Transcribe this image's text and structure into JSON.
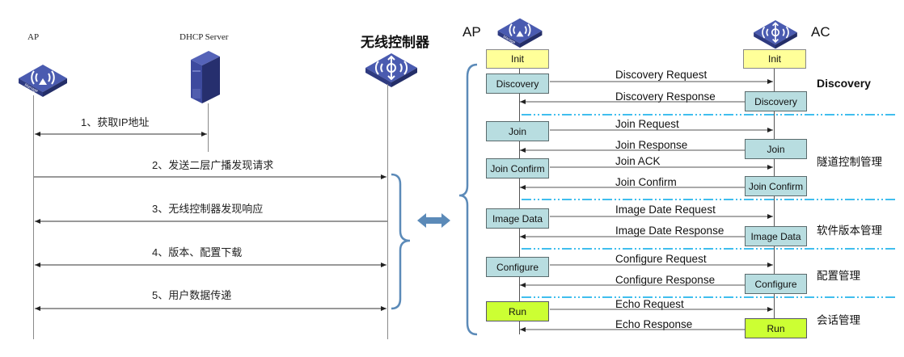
{
  "left_diagram": {
    "entities": {
      "ap": "AP",
      "dhcp": "DHCP Server",
      "controller": "无线控制器"
    },
    "ap_badge": "Manage",
    "steps": [
      {
        "label": "1、获取IP地址",
        "direction": "bidirectional",
        "from": "AP",
        "to": "DHCP Server"
      },
      {
        "label": "2、发送二层广播发现请求",
        "direction": "AP→无线控制器"
      },
      {
        "label": "3、无线控制器发现响应",
        "direction": "无线控制器→AP"
      },
      {
        "label": "4、版本、配置下载",
        "direction": "bidirectional"
      },
      {
        "label": "5、用户数据传递",
        "direction": "bidirectional"
      }
    ]
  },
  "right_diagram": {
    "entities": {
      "ap": "AP",
      "ac": "AC"
    },
    "ap_badge": "Manage",
    "ap_states": [
      "Init",
      "Discovery",
      "Join",
      "Join Confirm",
      "Image Data",
      "Configure",
      "Run"
    ],
    "ac_states": [
      "Init",
      "Discovery",
      "Join",
      "Join Confirm",
      "Image Data",
      "Configure",
      "Run"
    ],
    "messages": [
      {
        "label": "Discovery Request",
        "direction": "AP→AC"
      },
      {
        "label": "Discovery Response",
        "direction": "AC→AP"
      },
      {
        "label": "Join Request",
        "direction": "AP→AC"
      },
      {
        "label": "Join Response",
        "direction": "AC→AP"
      },
      {
        "label": "Join ACK",
        "direction": "AP→AC"
      },
      {
        "label": "Join Confirm",
        "direction": "AC→AP"
      },
      {
        "label": "Image Date Request",
        "direction": "AP→AC"
      },
      {
        "label": "Image Date Response",
        "direction": "AC→AP"
      },
      {
        "label": "Configure Request",
        "direction": "AP→AC"
      },
      {
        "label": "Configure Response",
        "direction": "AC→AP"
      },
      {
        "label": "Echo Request",
        "direction": "AP→AC"
      },
      {
        "label": "Echo Response",
        "direction": "AC→AP"
      }
    ],
    "phases": [
      "Discovery",
      "隧道控制管理",
      "软件版本管理",
      "配置管理",
      "会话管理"
    ]
  },
  "colors": {
    "device_blue": "#3a4a9a",
    "brace_blue": "#5b8ab8",
    "separator_cyan": "#00a8e8",
    "init_yellow": "#ffff99",
    "state_teal": "#b8dde0",
    "run_green": "#ccff33"
  }
}
